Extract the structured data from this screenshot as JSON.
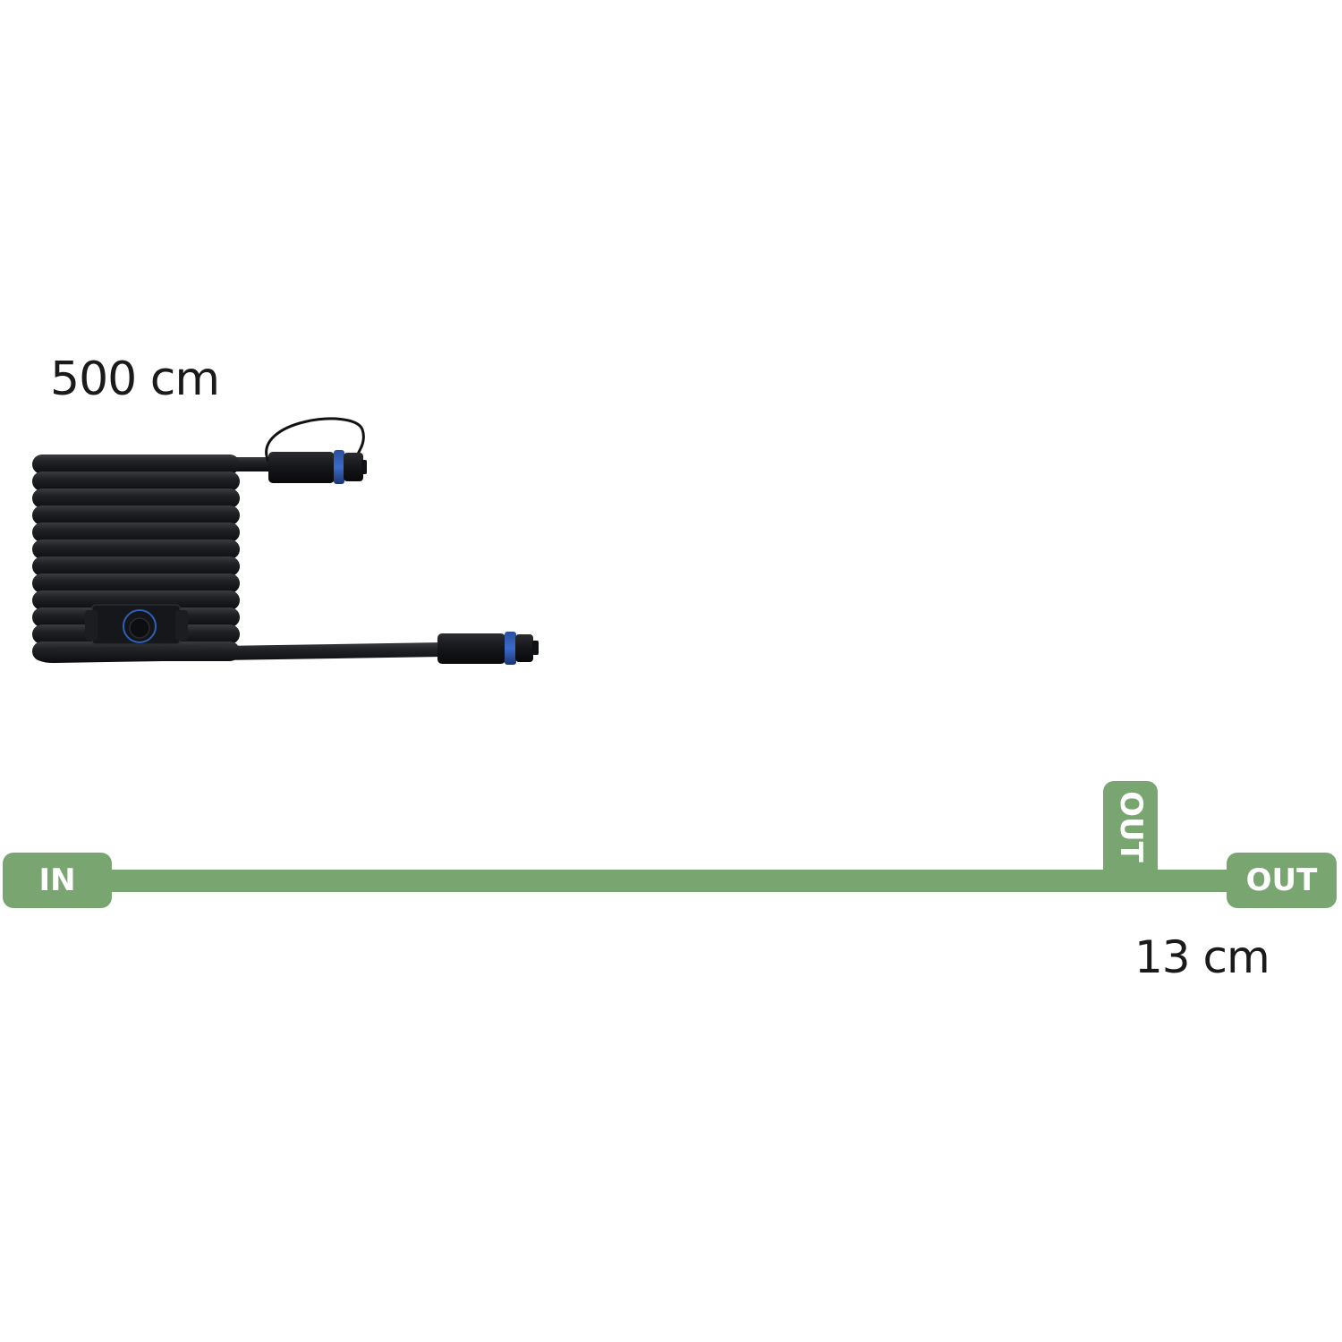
{
  "product": {
    "cable_length_label": "500 cm",
    "branch_length_label": "13 cm",
    "image_description": "Coiled black outdoor cable with blue-ringed waterproof connectors and a T-branch connector"
  },
  "diagram": {
    "connections": [
      {
        "id": "in",
        "label": "IN",
        "position": "left-end",
        "orientation": "horizontal"
      },
      {
        "id": "out-branch",
        "label": "OUT",
        "position": "branch",
        "orientation": "vertical"
      },
      {
        "id": "out-end",
        "label": "OUT",
        "position": "right-end",
        "orientation": "horizontal"
      }
    ],
    "colors": {
      "wire_green": "#79a570",
      "tag_text": "#ffffff",
      "label_text": "#1a1a1a",
      "cable_black": "#1c1d20",
      "connector_blue": "#2f5fb8"
    }
  }
}
